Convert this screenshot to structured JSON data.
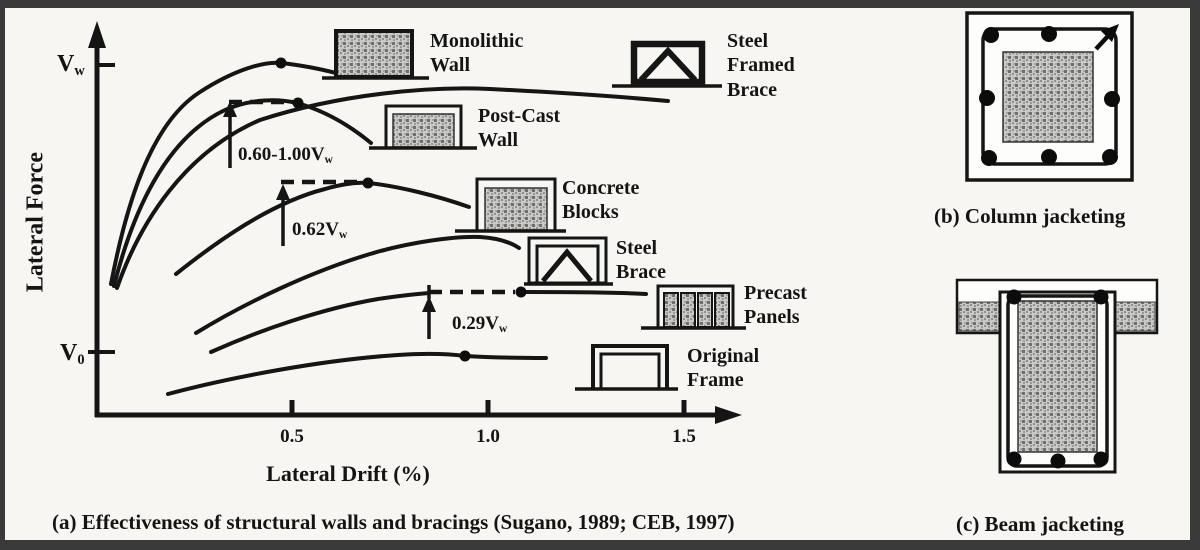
{
  "frame": {
    "border_color": "#3a3a3a",
    "paper_color": "#f7f6f3",
    "ink_color": "#151515"
  },
  "chart": {
    "y_axis_title": "Lateral Force",
    "x_axis_title": "Lateral Drift (%)",
    "vw": {
      "main": "V",
      "sub": "w"
    },
    "v0": {
      "main": "V",
      "sub": "0"
    },
    "x_ticks": [
      "0.5",
      "1.0",
      "1.5"
    ],
    "ann_postcast": {
      "main": "0.60-1.00V",
      "sub": "w"
    },
    "ann_concrete": {
      "main": "0.62V",
      "sub": "w"
    },
    "ann_precast": {
      "main": "0.29V",
      "sub": "w"
    },
    "labels": {
      "monolithic": {
        "l1": "Monolithic",
        "l2": "Wall"
      },
      "steel_framed": {
        "l1": "Steel",
        "l2": "Framed",
        "l3": "Brace"
      },
      "postcast": {
        "l1": "Post-Cast",
        "l2": "Wall"
      },
      "concrete": {
        "l1": "Concrete",
        "l2": "Blocks"
      },
      "steel_brace": {
        "l1": "Steel",
        "l2": "Brace"
      },
      "precast": {
        "l1": "Precast",
        "l2": "Panels"
      },
      "original": {
        "l1": "Original",
        "l2": "Frame"
      }
    },
    "caption": "(a) Effectiveness of structural walls and bracings (Sugano, 1989; CEB, 1997)"
  },
  "panel_b": {
    "caption": "(b) Column jacketing"
  },
  "panel_c": {
    "caption": "(c) Beam jacketing"
  },
  "chart_data": {
    "type": "line",
    "title": "(a) Effectiveness of structural walls and bracings (Sugano, 1989; CEB, 1997)",
    "xlabel": "Lateral Drift (%)",
    "ylabel": "Lateral Force",
    "xlim": [
      0,
      1.6
    ],
    "x_tick_labels": [
      0.5,
      1.0,
      1.5
    ],
    "y_tick_labels": [
      "Vw",
      "V0"
    ],
    "y_units": "force normalized to monolithic wall strength Vw (Vw = 1.0)",
    "grid": false,
    "legend_position": "inline icons at curve ends",
    "series": [
      {
        "name": "Monolithic Wall",
        "peak_marker": [
          0.47,
          1.02
        ],
        "points": [
          [
            0.04,
            0.38
          ],
          [
            0.2,
            0.85
          ],
          [
            0.35,
            0.99
          ],
          [
            0.47,
            1.02
          ],
          [
            0.63,
            0.99
          ]
        ]
      },
      {
        "name": "Post-Cast Wall",
        "peak_marker": [
          0.52,
          0.91
        ],
        "strength_annotation": "0.60-1.00Vw",
        "points": [
          [
            0.05,
            0.37
          ],
          [
            0.2,
            0.72
          ],
          [
            0.38,
            0.9
          ],
          [
            0.52,
            0.91
          ],
          [
            0.7,
            0.79
          ]
        ]
      },
      {
        "name": "Steel Framed Brace",
        "points": [
          [
            0.06,
            0.37
          ],
          [
            0.3,
            0.8
          ],
          [
            0.6,
            0.94
          ],
          [
            1.0,
            0.95
          ],
          [
            1.46,
            0.91
          ]
        ]
      },
      {
        "name": "Concrete Blocks",
        "peak_marker": [
          0.69,
          0.67
        ],
        "strength_annotation": "0.62Vw",
        "points": [
          [
            0.21,
            0.41
          ],
          [
            0.4,
            0.6
          ],
          [
            0.69,
            0.67
          ],
          [
            0.95,
            0.6
          ]
        ]
      },
      {
        "name": "Steel Brace",
        "points": [
          [
            0.26,
            0.24
          ],
          [
            0.5,
            0.42
          ],
          [
            0.98,
            0.52
          ],
          [
            1.08,
            0.48
          ]
        ]
      },
      {
        "name": "Precast Panels",
        "peak_marker": [
          1.08,
          0.36
        ],
        "strength_annotation": "0.29Vw",
        "points": [
          [
            0.3,
            0.18
          ],
          [
            0.6,
            0.32
          ],
          [
            0.85,
            0.35
          ],
          [
            1.08,
            0.36
          ],
          [
            1.4,
            0.35
          ]
        ]
      },
      {
        "name": "Original Frame",
        "peak_marker": [
          0.94,
          0.17
        ],
        "points": [
          [
            0.19,
            0.06
          ],
          [
            0.5,
            0.155
          ],
          [
            0.94,
            0.17
          ],
          [
            1.15,
            0.165
          ]
        ]
      }
    ]
  }
}
